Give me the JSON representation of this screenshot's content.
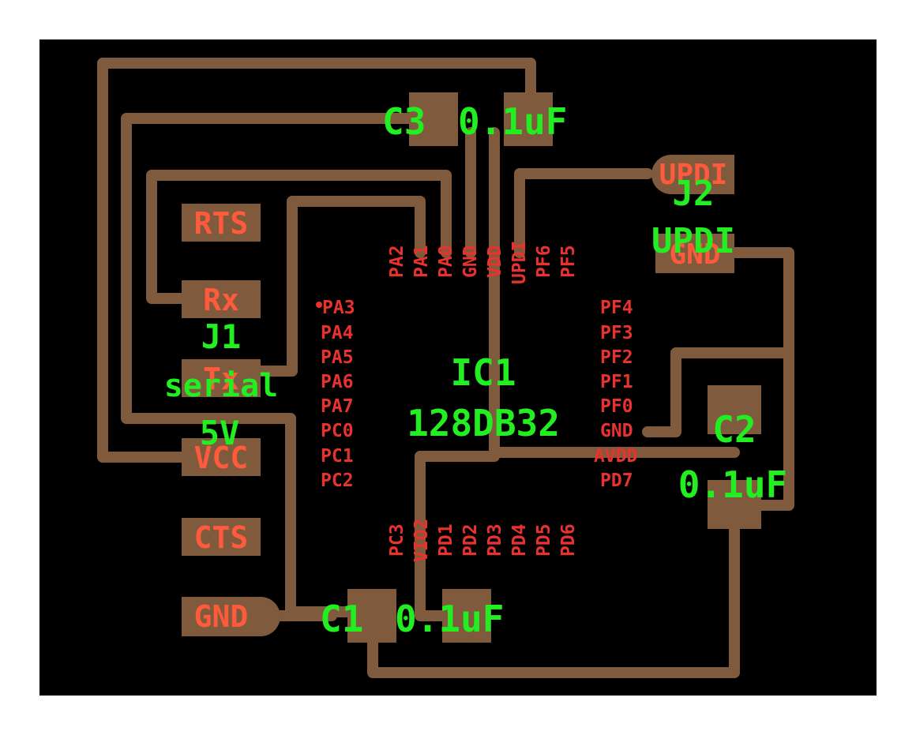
{
  "board": {
    "background_color": "#000000",
    "copper_color": "#7f5a3d",
    "pad_label_color": "#ff5a3c",
    "pin_label_color": "#e8322d",
    "part_label_color": "#22ee22"
  },
  "j1": {
    "ref": "J1",
    "name": "serial",
    "voltage": "5V",
    "pins": [
      "RTS",
      "Rx",
      "Tx",
      "VCC",
      "CTS",
      "GND"
    ]
  },
  "j2": {
    "ref": "J2",
    "name": "UPDI",
    "pins": [
      "UPDI",
      "GND"
    ]
  },
  "ic1": {
    "ref": "IC1",
    "value": "128DB32",
    "top_pins": [
      "PA2",
      "PA1",
      "PA0",
      "GND",
      "VDD",
      "UPDI",
      "PF6",
      "PF5"
    ],
    "left_pins": [
      "PA3",
      "PA4",
      "PA5",
      "PA6",
      "PA7",
      "PC0",
      "PC1",
      "PC2"
    ],
    "right_pins": [
      "PF4",
      "PF3",
      "PF2",
      "PF1",
      "PF0",
      "GND",
      "AVDD",
      "PD7"
    ],
    "bottom_pins": [
      "PC3",
      "VIO2",
      "PD1",
      "PD2",
      "PD3",
      "PD4",
      "PD5",
      "PD6"
    ]
  },
  "c1": {
    "ref": "C1",
    "value": "0.1uF"
  },
  "c2": {
    "ref": "C2",
    "value": "0.1uF"
  },
  "c3": {
    "ref": "C3",
    "value": "0.1uF"
  }
}
